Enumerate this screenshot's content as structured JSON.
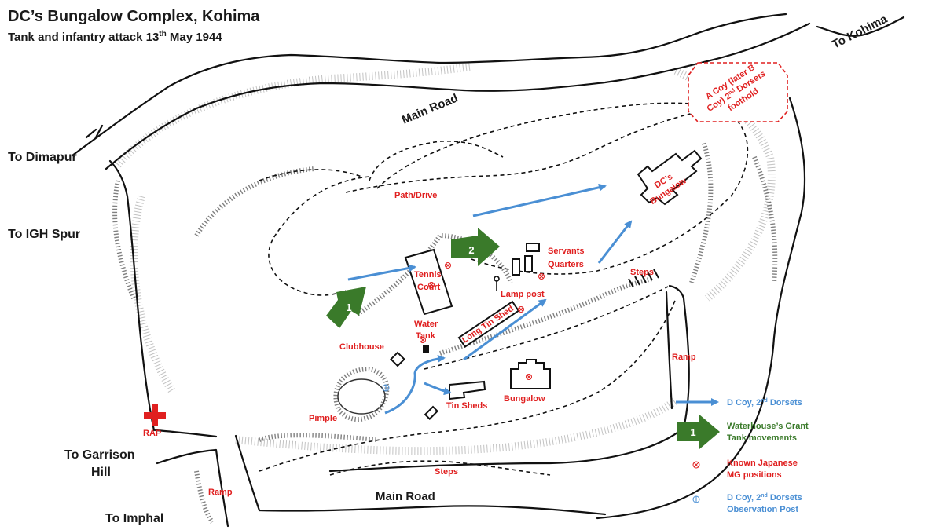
{
  "title": "DC’s Bungalow Complex, Kohima",
  "subtitle": {
    "text_before": "Tank and infantry attack 13",
    "superscript": "th",
    "text_after": " May 1944"
  },
  "directions": {
    "to_kohima": "To Kohima",
    "to_dimapur": "To Dimapur",
    "to_igh_spur": "To IGH Spur",
    "to_garrison_hill_1": "To Garrison",
    "to_garrison_hill_2": "Hill",
    "to_imphal": "To Imphal"
  },
  "roads": {
    "main_road_top": "Main Road",
    "main_road_bottom": "Main Road"
  },
  "places": {
    "path_drive": "Path/Drive",
    "dcs_bungalow_1": "DC’s",
    "dcs_bungalow_2": "Bungalow",
    "servants_quarters_1": "Servants",
    "servants_quarters_2": "Quarters",
    "tennis_court_1": "Tennis",
    "tennis_court_2": "Court",
    "lamp_post": "Lamp post",
    "long_tin_shed": "Long Tin Shed",
    "water_tank_1": "Water",
    "water_tank_2": "Tank",
    "clubhouse": "Clubhouse",
    "pimple": "Pimple",
    "tin_sheds": "Tin Sheds",
    "bungalow": "Bungalow",
    "steps_upper": "Steps",
    "steps_lower": "Steps",
    "ramp_right": "Ramp",
    "ramp_left": "Ramp",
    "rap": "RAP"
  },
  "foothold": {
    "line1": "A Coy (later B",
    "line2_before": "Coy) 2",
    "line2_sup": "nd",
    "line2_after": " Dorsets",
    "line3": "foothold"
  },
  "tank_labels": {
    "tank_1": "1",
    "tank_2": "2"
  },
  "legend": {
    "d_coy_before": "D Coy, 2",
    "d_coy_sup": "nd",
    "d_coy_after": " Dorsets",
    "tank_number": "1",
    "tank_line1": "Waterhouse’s Grant",
    "tank_line2": "Tank movements",
    "mg_line1": "Known Japanese",
    "mg_line2": "MG positions",
    "op_line1_before": "D Coy, 2",
    "op_line1_sup": "nd",
    "op_line1_after": " Dorsets",
    "op_line2": "Observation Post"
  },
  "colors": {
    "red": "#e02020",
    "blue": "#4a8fd4",
    "green": "#3a7a2a",
    "ink": "#111111"
  },
  "icons": {
    "mg_position": "circled-x-icon",
    "observation_post": "circled-bar-icon",
    "rap": "red-cross-icon",
    "infantry_move": "blue-arrow-icon",
    "tank_move": "green-block-arrow-icon"
  }
}
